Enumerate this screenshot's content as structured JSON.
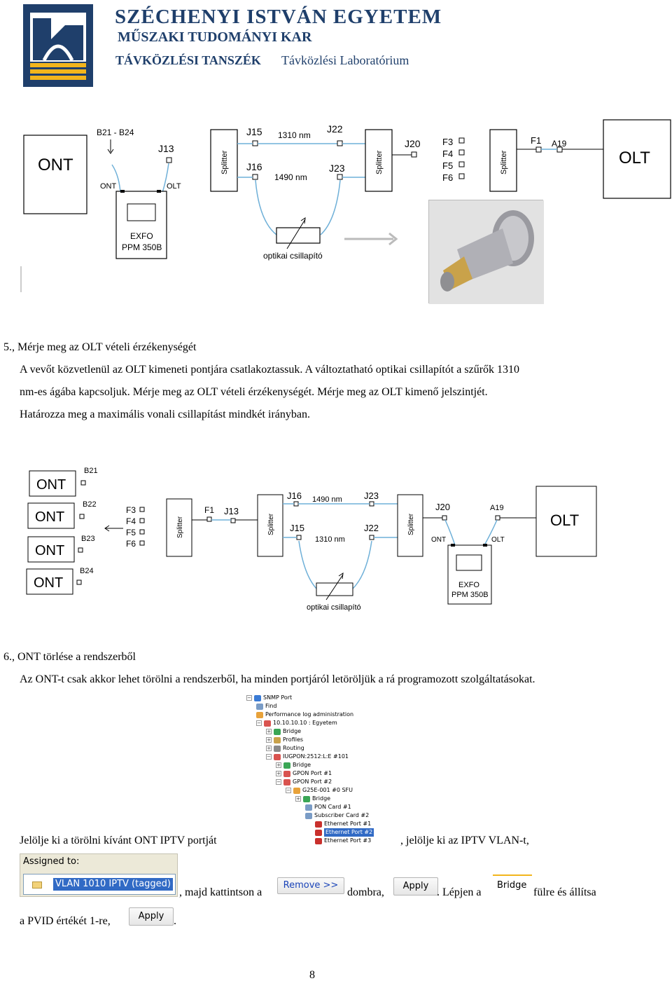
{
  "header": {
    "university": "SZÉCHENYI ISTVÁN EGYETEM",
    "faculty": "MŰSZAKI TUDOMÁNYI KAR",
    "department": "TÁVKÖZLÉSI TANSZÉK",
    "lab": "Távközlési Laboratórium"
  },
  "diagram1": {
    "ont": "ONT",
    "olt": "OLT",
    "b_range": "B21 - B24",
    "j13": "J13",
    "port_ont": "ONT",
    "port_olt": "OLT",
    "meter_line1": "EXFO",
    "meter_line2": "PPM 350B",
    "splitter": "Splitter",
    "j15": "J15",
    "j16": "J16",
    "j22": "J22",
    "j23": "J23",
    "j20": "J20",
    "wl_1310": "1310 nm",
    "wl_1490": "1490 nm",
    "attenuator": "optikai csillapító",
    "f3": "F3",
    "f4": "F4",
    "f5": "F5",
    "f6": "F6",
    "f1": "F1",
    "a19": "A19"
  },
  "section5": {
    "heading": "5., Mérje meg az OLT vételi érzékenységét",
    "lines": [
      "A vevőt közvetlenül az OLT kimeneti pontjára csatlakoztassuk. A változtatható optikai csillapítót a szűrők 1310",
      "nm-es ágába kapcsoljuk. Mérje meg az OLT vételi érzékenységét. Mérje meg az OLT kimenő jelszintjét.",
      "Határozza meg a maximális vonali csillapítást mindkét irányban."
    ]
  },
  "diagram2": {
    "ont": "ONT",
    "olt": "OLT",
    "b21": "B21",
    "b22": "B22",
    "b23": "B23",
    "b24": "B24",
    "f3": "F3",
    "f4": "F4",
    "f5": "F5",
    "f6": "F6",
    "f1": "F1",
    "j13": "J13",
    "j15": "J15",
    "j16": "J16",
    "j22": "J22",
    "j23": "J23",
    "j20": "J20",
    "a19": "A19",
    "splitter": "Splitter",
    "wl_1490": "1490 nm",
    "wl_1310": "1310 nm",
    "port_ont": "ONT",
    "port_olt": "OLT",
    "meter_line1": "EXFO",
    "meter_line2": "PPM 350B",
    "attenuator": "optikai csillapító"
  },
  "section6": {
    "heading": "6., ONT törlése a rendszerből",
    "line1": "Az ONT-t csak akkor lehet törölni a rendszerből, ha minden portjáról letöröljük a rá programozott szolgáltatásokat.",
    "line2a": "Jelölje ki a törölni kívánt ONT IPTV portját",
    "line2b": ", jelölje ki az IPTV VLAN-t,",
    "line3a": ", majd kattintson a",
    "line3b": "dombra,",
    "line3c": ". Lépjen a",
    "line3d": "fülre és állítsa",
    "line4a": "a PVID értékét 1-re,",
    "line4b": "."
  },
  "tree": {
    "items": [
      "SNMP Port",
      "Find",
      "Performance log administration",
      "10.10.10.10 : Egyetem",
      "Bridge",
      "Profiles",
      "Routing",
      "IUGPON:2512:L:E #101",
      "Bridge",
      "GPON Port #1",
      "GPON Port #2",
      "G25E-001 #0 SFU",
      "Bridge",
      "PON Card #1",
      "Subscriber Card #2",
      "Ethernet Port #1",
      "Ethernet Port #2",
      "Ethernet Port #3"
    ]
  },
  "ui": {
    "assigned_to": "Assigned to:",
    "vlan_item": "VLAN 1010 IPTV (tagged)",
    "remove_button": "Remove >>",
    "apply_button": "Apply",
    "bridge_tab": "Bridge"
  },
  "footer": {
    "page_number": "8"
  }
}
